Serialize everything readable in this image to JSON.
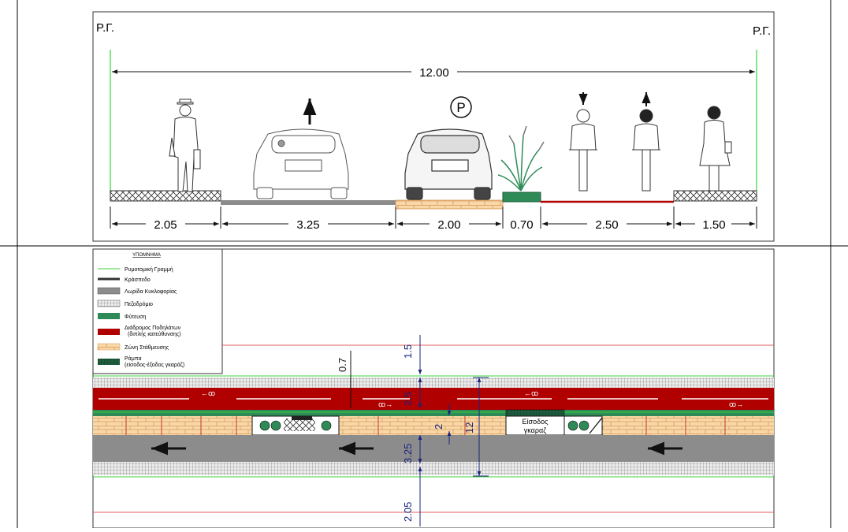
{
  "section": {
    "label_left": "Ρ.Γ.",
    "label_right": "Ρ.Γ.",
    "total_width": "12.00",
    "parking_symbol": "P",
    "dims": [
      "2.05",
      "3.25",
      "2.00",
      "0.70",
      "2.50",
      "1.50"
    ]
  },
  "legend": {
    "title": "ΥΠΟΜΝΗΜΑ",
    "items": [
      {
        "label": "Ρυμοτομική Γραμμή",
        "color": "#3cd23c"
      },
      {
        "label": "Κράσπεδο",
        "color": "#333333"
      },
      {
        "label": "Λωρίδα Κυκλοφορίας",
        "color": "#8c8c8c"
      },
      {
        "label": "Πεζοδρόμιο",
        "color": "#cccccc"
      },
      {
        "label": "Φύτευση",
        "color": "#2e8b57"
      },
      {
        "label": "Διάδρομος Ποδηλάτων",
        "label2": "(διπλής κατεύθυνσης)",
        "color": "#b00000"
      },
      {
        "label": "Ζώνη Στάθμευσης",
        "color": "#f8d8a8"
      },
      {
        "label": "Ράμπα",
        "label2": "(είσοδος-έξοδος γκαράζ)",
        "color": "#1f5f3f"
      }
    ]
  },
  "plan": {
    "dims": [
      "1.5",
      "0.7",
      "2.5",
      "2",
      "12",
      "3.25",
      "2.05"
    ],
    "entrance_line1": "Είσοδος",
    "entrance_line2": "γκαραζ"
  },
  "colors": {
    "bike": "#b00000",
    "road": "#8c8c8c",
    "parking": "#f8d8a8",
    "boundary": "#3cd23c",
    "dim": "#1a237e",
    "guide": "#e06060"
  }
}
